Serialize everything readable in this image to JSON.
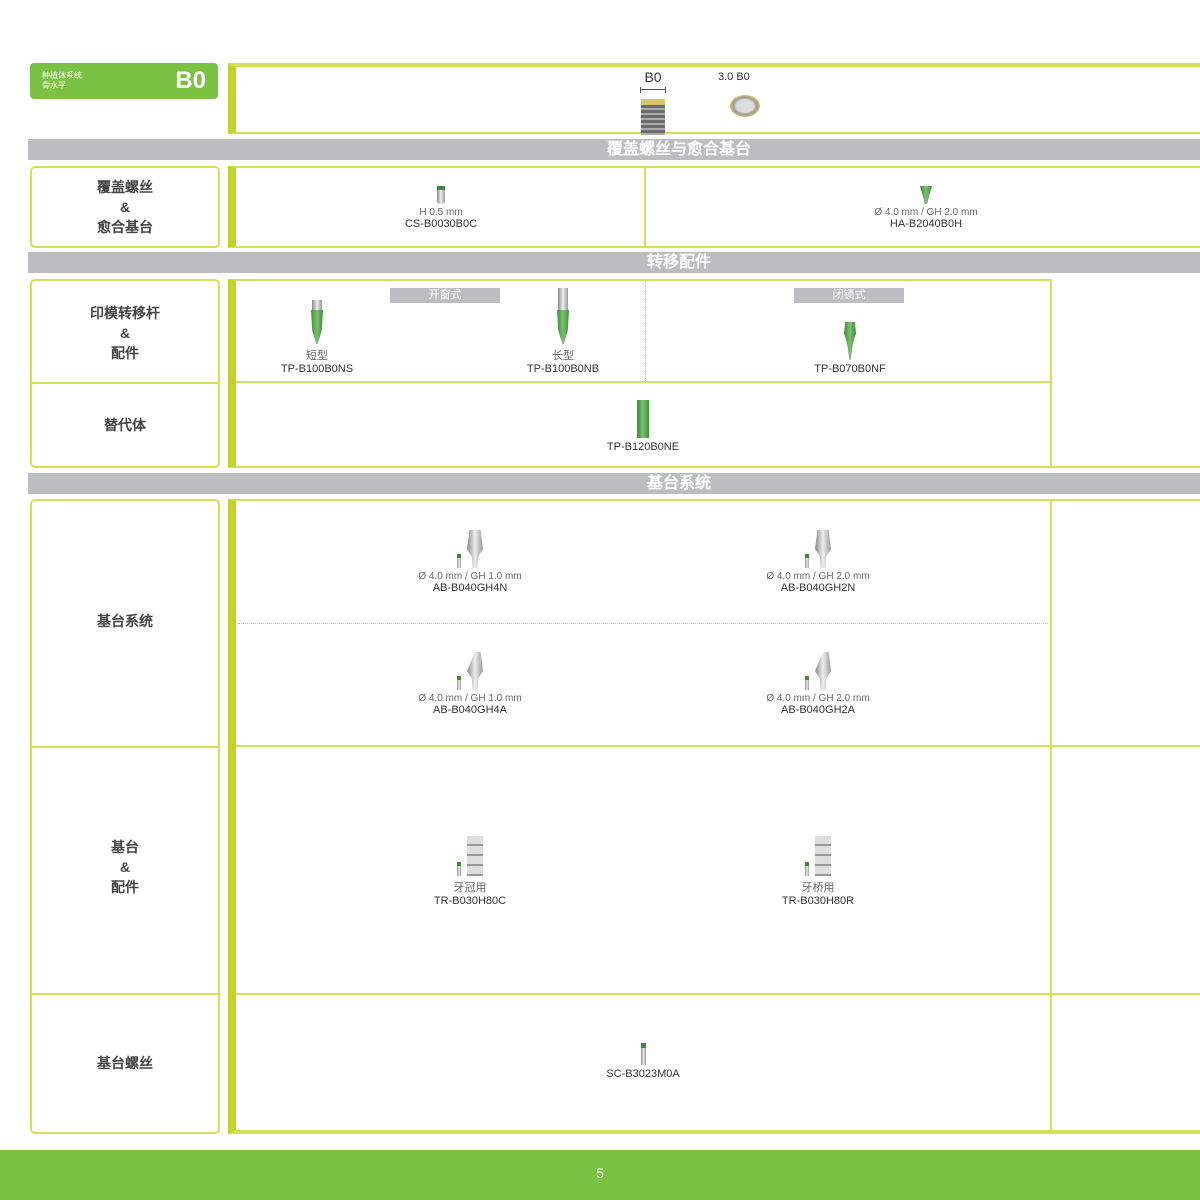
{
  "header": {
    "system_line1": "种植体系统",
    "system_line2": "骨水平",
    "code": "B0",
    "implant_label": "B0",
    "cover_label": "3.0 B0"
  },
  "sections": {
    "cover": "覆盖螺丝与愈合基台",
    "transfer": "转移配件",
    "abutment": "基台系统"
  },
  "left": {
    "cover_1": "覆盖螺丝",
    "amp": "&",
    "cover_2": "愈合基台",
    "imp_1": "印模转移杆",
    "imp_2": "配件",
    "analog": "替代体",
    "abut_sys": "基台系统",
    "abut_1": "基台",
    "abut_2": "配件",
    "screw": "基台螺丝"
  },
  "cover": [
    {
      "spec": "H 0.5 mm",
      "code": "CS-B0030B0C"
    },
    {
      "spec": "Ø 4.0 mm / GH 2.0 mm",
      "code": "HA-B2040B0H"
    }
  ],
  "transfer": {
    "open_tag": "开窗式",
    "closed_tag": "闭锁式",
    "items": [
      {
        "zh": "短型",
        "code": "TP-B100B0NS"
      },
      {
        "zh": "长型",
        "code": "TP-B100B0NB"
      },
      {
        "code": "TP-B070B0NF"
      }
    ],
    "analog": "TP-B120B0NE"
  },
  "abutments": [
    {
      "spec": "Ø 4.0 mm / GH 1.0 mm",
      "code": "AB-B040GH4N"
    },
    {
      "spec": "Ø 4.0 mm / GH 2.0 mm",
      "code": "AB-B040GH2N"
    },
    {
      "spec": "Ø 4.0 mm / GH 1.0 mm",
      "code": "AB-B040GH4A"
    },
    {
      "spec": "Ø 4.0 mm / GH 2.0 mm",
      "code": "AB-B040GH2A"
    }
  ],
  "temp": [
    {
      "zh": "牙冠用",
      "code": "TR-B030H80C"
    },
    {
      "zh": "牙桥用",
      "code": "TR-B030H80R"
    }
  ],
  "screw": "SC-B3023M0A",
  "page_number": "5"
}
